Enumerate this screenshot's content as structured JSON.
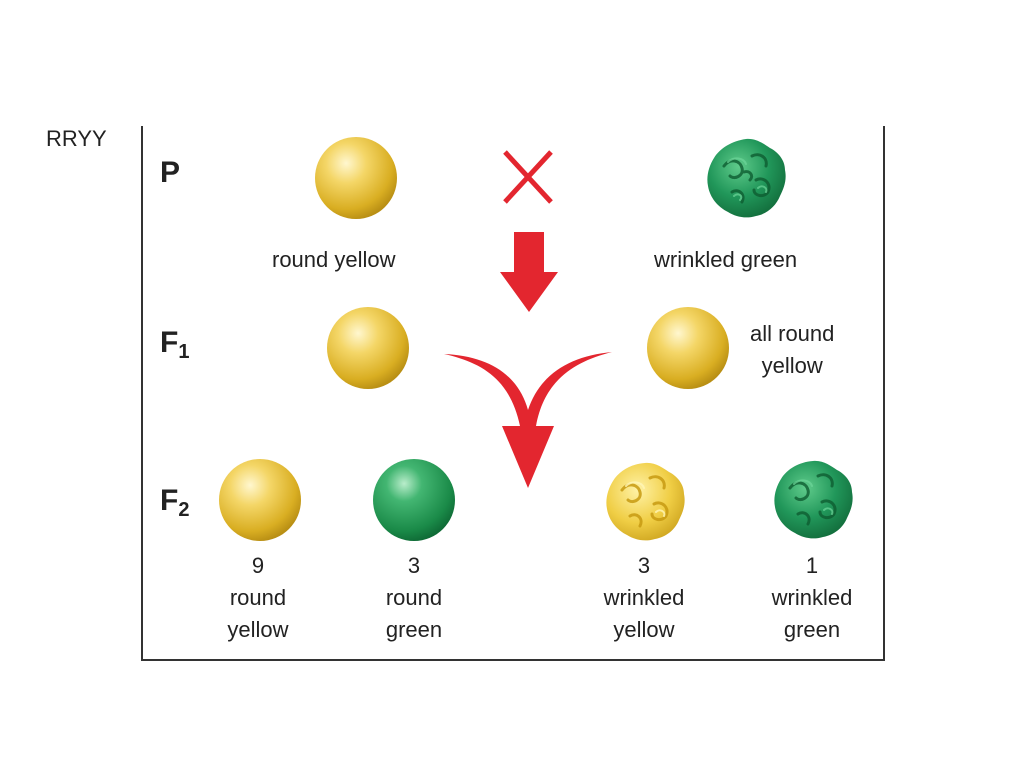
{
  "side_note": "RRYY",
  "generations": {
    "p": {
      "letter": "P"
    },
    "f1": {
      "letter": "F",
      "sub": "1"
    },
    "f2": {
      "letter": "F",
      "sub": "2"
    }
  },
  "p_row": {
    "parent1_label": "round yellow",
    "parent2_label": "wrinkled green"
  },
  "f1_row": {
    "result_line1": "all round",
    "result_line2": "yellow"
  },
  "f2_row": [
    {
      "count": "9",
      "shape": "round",
      "color": "yellow"
    },
    {
      "count": "3",
      "shape": "round",
      "color": "green"
    },
    {
      "count": "3",
      "shape": "wrinkled",
      "color": "yellow"
    },
    {
      "count": "1",
      "shape": "wrinkled",
      "color": "green"
    }
  ],
  "colors": {
    "yellow": "#E8C22E",
    "green": "#1E9A52",
    "arrow_red": "#E3262F"
  }
}
